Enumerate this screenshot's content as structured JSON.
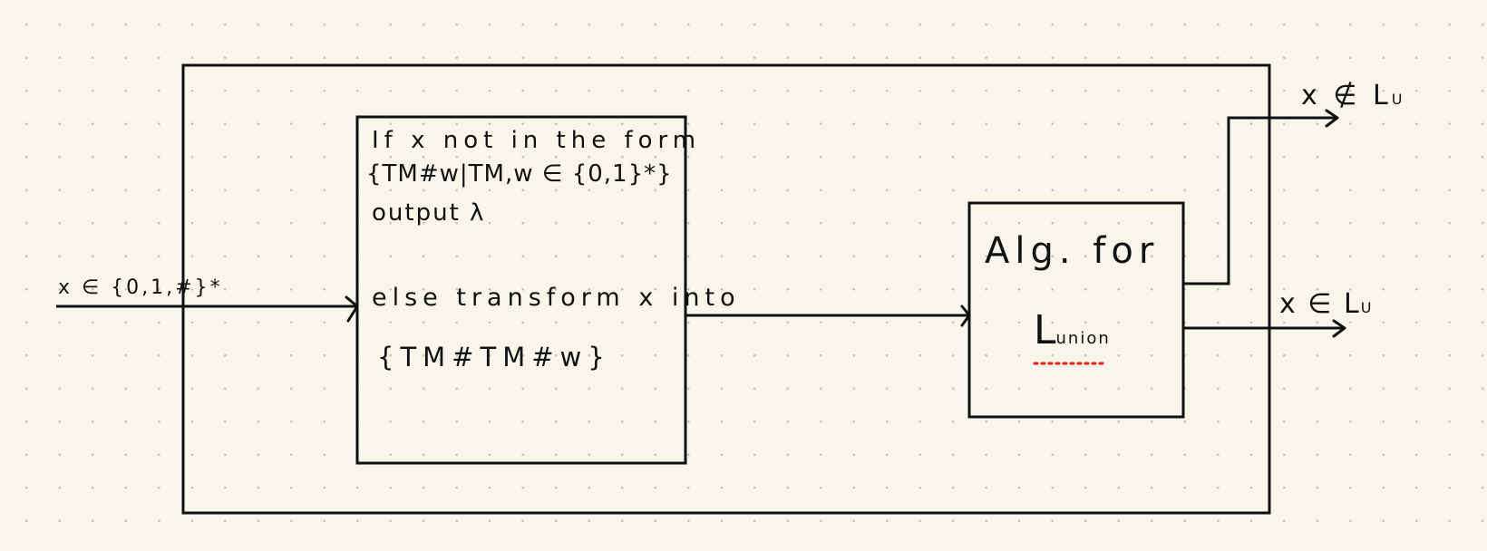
{
  "input": {
    "label": "x ∈ {0,1,#}*"
  },
  "preprocessor": {
    "line1": "If x not in the form",
    "line2": "{TM#w|TM,w ∈ {0,1}*}",
    "line3": "output λ",
    "line4": "else transform x into",
    "line5": "{TM#TM#w}"
  },
  "algorithm": {
    "line1": "Alg. for",
    "L_main": "L",
    "L_sub": "union"
  },
  "outputs": {
    "top": {
      "label_x": "x ∉ L",
      "label_sub": "U"
    },
    "bottom": {
      "label_x": "x ∈ L",
      "label_sub": "U"
    }
  },
  "colors": {
    "ink": "#111111",
    "background": "#f8f6ea",
    "grid_dot": "#c9c7bb",
    "spellcheck": "#e0201a"
  }
}
